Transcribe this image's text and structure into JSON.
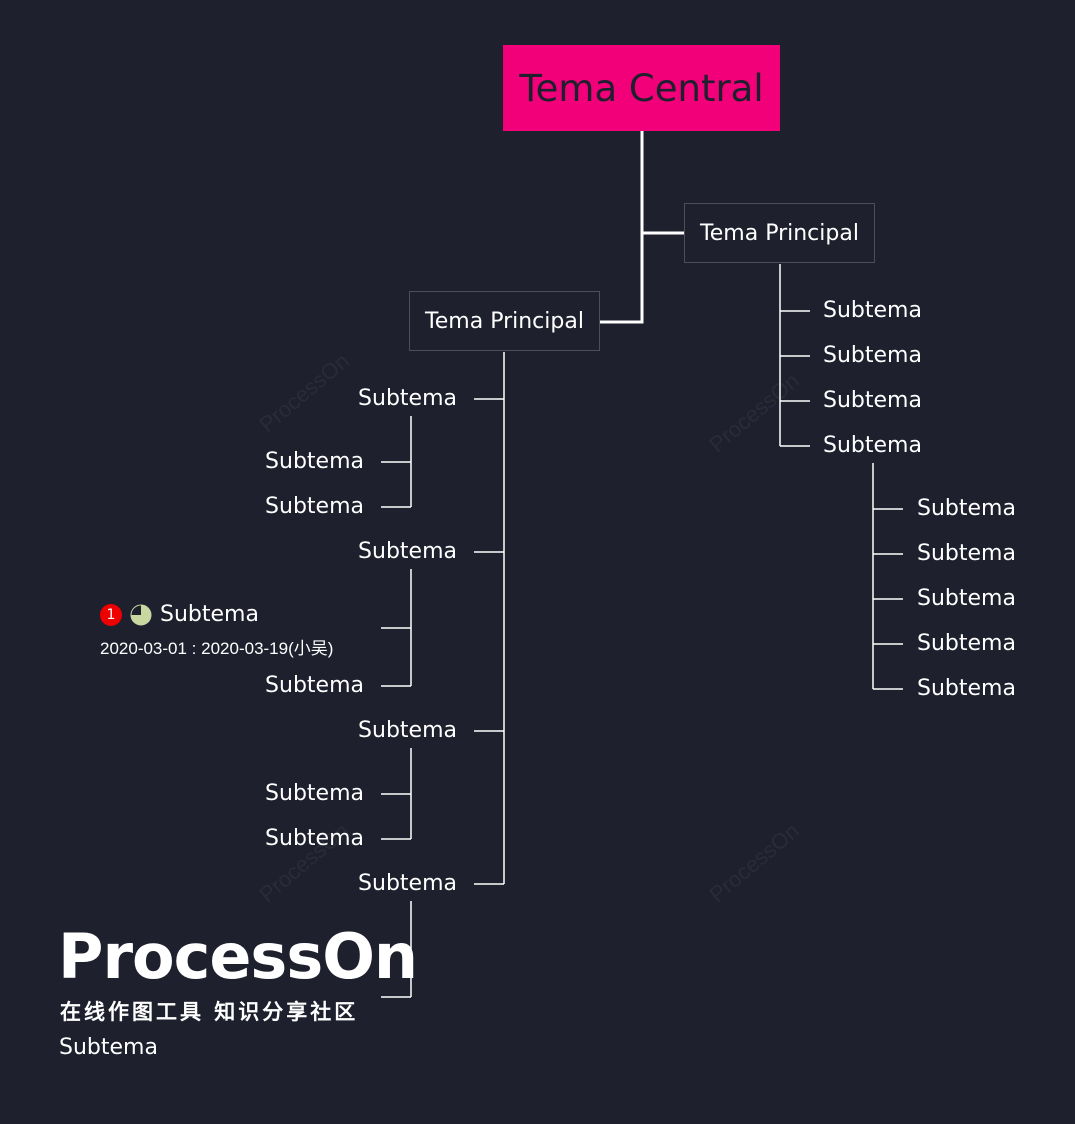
{
  "central_topic": "Tema Central",
  "main_topics": [
    "Tema Principal",
    "Tema Principal"
  ],
  "left_branch": {
    "groups": [
      {
        "label": "Subtema",
        "children": [
          "Subtema",
          "Subtema"
        ]
      },
      {
        "label": "Subtema",
        "task": {
          "number": "1",
          "progress": 0.75,
          "label": "Subtema",
          "dates": "2020-03-01 : 2020-03-19(小吴)"
        },
        "children": [
          "Subtema"
        ]
      },
      {
        "label": "Subtema",
        "children": [
          "Subtema",
          "Subtema"
        ]
      },
      {
        "label": "Subtema",
        "children": [
          "Subtema"
        ]
      }
    ]
  },
  "right_branch": {
    "items": [
      "Subtema",
      "Subtema",
      "Subtema",
      "Subtema"
    ],
    "nested_children": [
      "Subtema",
      "Subtema",
      "Subtema",
      "Subtema",
      "Subtema"
    ]
  },
  "watermark": {
    "brand": "ProcessOn",
    "slogan": "在线作图工具 知识分享社区"
  },
  "colors": {
    "background": "#1e202d",
    "central": "#f2007a",
    "line": "#ffffff",
    "task_badge": "#ee0000",
    "progress_pie": "#c8d8a0"
  }
}
